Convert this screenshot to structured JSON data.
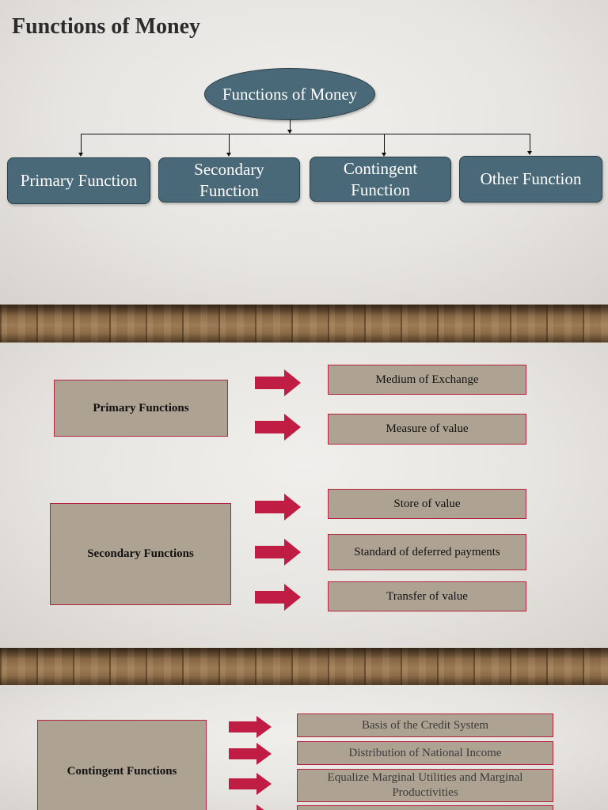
{
  "slide1": {
    "title": "Functions of Money",
    "root_label": "Functions of Money",
    "boxes": [
      {
        "label": "Primary Function"
      },
      {
        "label": "Secondary Function"
      },
      {
        "label": "Contingent Function"
      },
      {
        "label": "Other Function"
      }
    ]
  },
  "slide2": {
    "primary": {
      "label": "Primary Functions",
      "items": [
        "Medium of Exchange",
        "Measure of value"
      ]
    },
    "secondary": {
      "label": "Secondary Functions",
      "items": [
        "Store of value",
        "Standard of deferred payments",
        "Transfer of value"
      ]
    }
  },
  "slide3": {
    "contingent": {
      "label": "Contingent Functions",
      "items": [
        "Basis of the Credit System",
        "Distribution of National Income",
        "Equalize Marginal Utilities and Marginal Productivities"
      ]
    }
  },
  "colors": {
    "node_fill": "#4a6978",
    "category_fill": "#aea393",
    "border_red": "#b3243f",
    "arrow_red": "#c01d45"
  },
  "icons": [
    "right-arrow-icon",
    "down-arrow-icon"
  ]
}
